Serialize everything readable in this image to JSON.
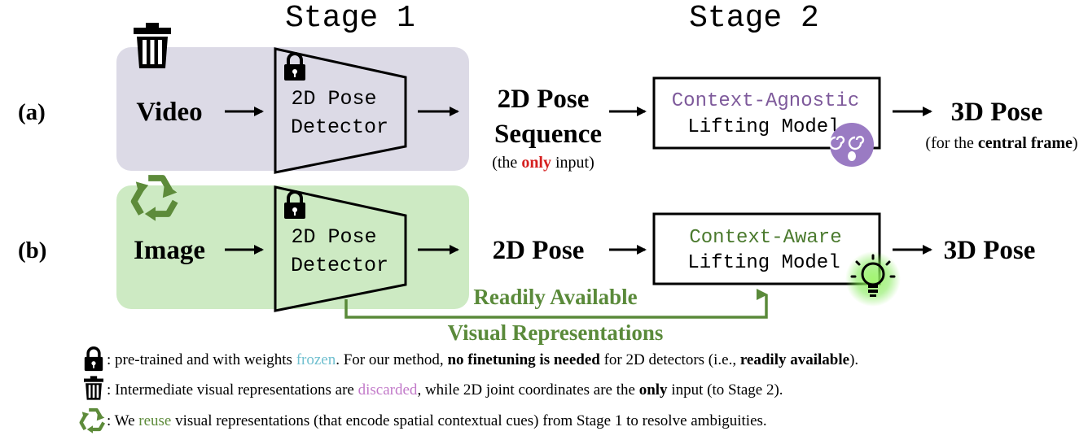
{
  "stages": {
    "stage1": "Stage 1",
    "stage2": "Stage 2"
  },
  "rows": {
    "a": {
      "label": "(a)",
      "input": "Video",
      "detector": {
        "line1": "2D Pose",
        "line2": "Detector"
      },
      "pose_line1": "2D Pose",
      "pose_line2": "Sequence",
      "note": {
        "pre": "(the ",
        "em": "only",
        "post": " input)"
      },
      "model": {
        "line1": "Context-Agnostic",
        "line2": "Lifting Model"
      },
      "output": "3D Pose",
      "output_note": {
        "pre": "(for the ",
        "em": "central frame",
        "post": ")"
      }
    },
    "b": {
      "label": "(b)",
      "input": "Image",
      "detector": {
        "line1": "2D Pose",
        "line2": "Detector"
      },
      "pose": "2D Pose",
      "model": {
        "line1": "Context-Aware",
        "line2": "Lifting Model"
      },
      "output": "3D Pose",
      "feedback_line1": "Readily Available",
      "feedback_line2": "Visual Representations"
    }
  },
  "legend": {
    "lock": {
      "t1": ": pre-trained and with weights ",
      "hl": "frozen",
      "t2": ". For our method, ",
      "b1": "no finetuning is needed",
      "t3": " for 2D detectors (i.e., ",
      "b2": "readily available",
      "t4": ")."
    },
    "trash": {
      "t1": ": Intermediate visual representations are ",
      "hl": "discarded",
      "t2": ", while 2D joint coordinates are the ",
      "b1": "only",
      "t3": " input (to Stage 2)."
    },
    "recycle": {
      "t1": ": We ",
      "hl": "reuse",
      "t2": " visual representations (that encode spatial contextual cues) from Stage 1 to resolve ambiguities."
    }
  },
  "colors": {
    "video_bg": "#dcdae6",
    "image_bg": "#cdeac3",
    "agnostic": "#7e5a9b",
    "aware": "#4b7a2e",
    "green_arrow": "#5a8a3a",
    "only_red": "#d52020",
    "frozen": "#6fbfcf",
    "discarded": "#c27ac9",
    "reuse": "#5d8b3a",
    "face": "#9a7bc3",
    "bulb_glow": "#7dea4f"
  },
  "icons": [
    "trash-icon",
    "lock-icon",
    "recycle-icon",
    "dizzy-face-icon",
    "lightbulb-icon"
  ]
}
